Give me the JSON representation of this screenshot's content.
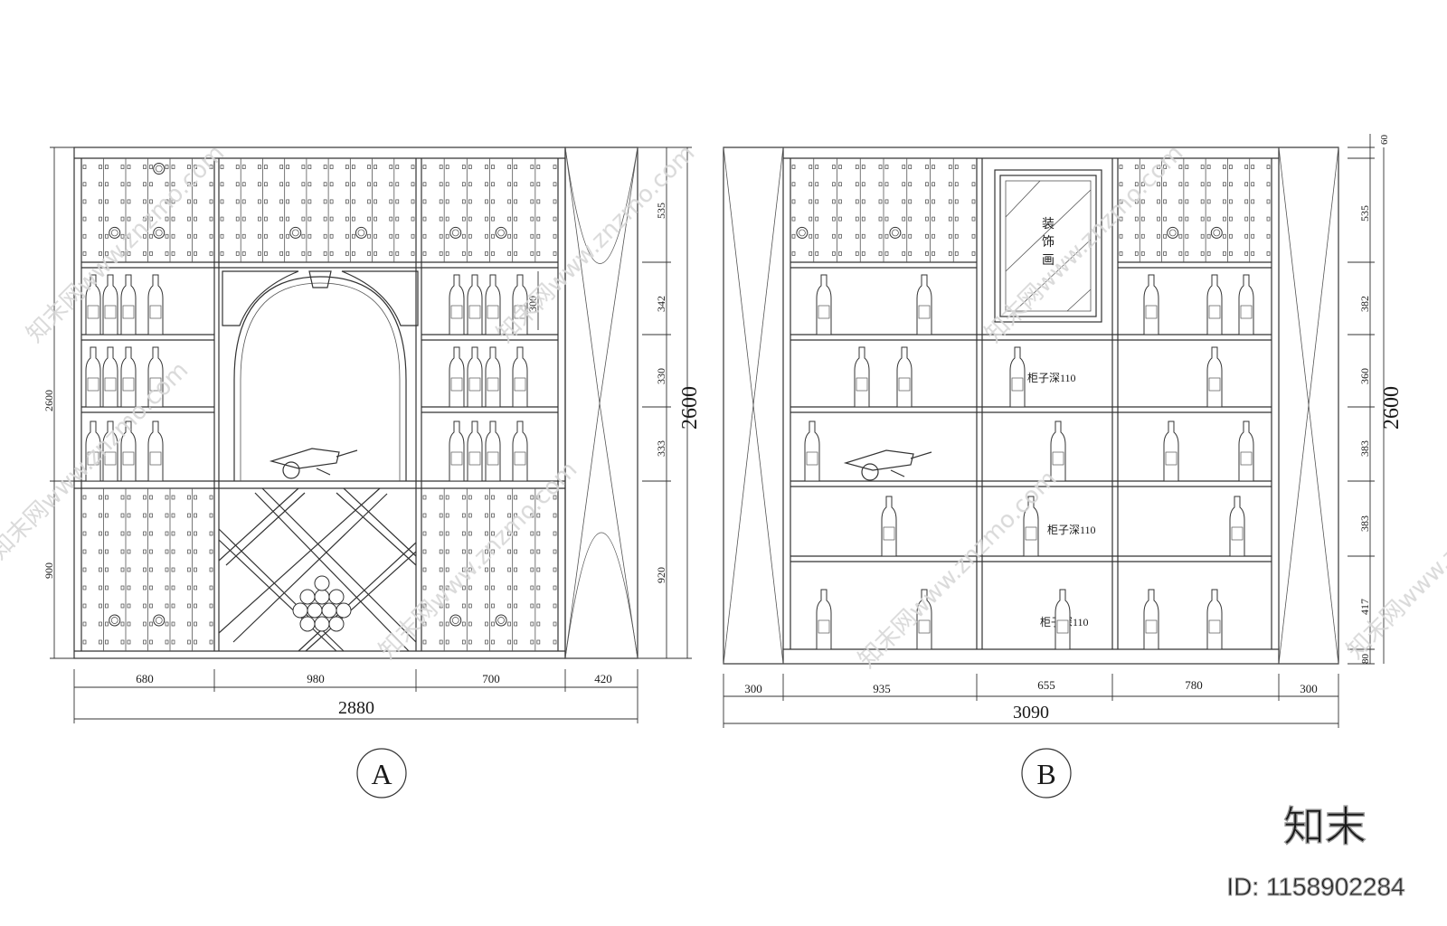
{
  "elevation_a": {
    "label": "A",
    "total_width": "2880",
    "height_label_big": "2600",
    "left_height": "2600",
    "left_lower": "900",
    "widths": [
      "680",
      "980",
      "700",
      "420"
    ],
    "right_dims": [
      "535",
      "342",
      "330",
      "333",
      "920"
    ],
    "inner_dim": "300"
  },
  "elevation_b": {
    "label": "B",
    "total_width": "3090",
    "height_label_big": "2600",
    "widths": [
      "300",
      "935",
      "655",
      "780",
      "300"
    ],
    "right_dims": [
      "60",
      "535",
      "382",
      "360",
      "383",
      "383",
      "417",
      "80"
    ],
    "painting_label": [
      "装",
      "饰",
      "画"
    ],
    "cabinet_notes": [
      "柜子深110",
      "柜子深110",
      "柜子深110"
    ]
  },
  "watermark": {
    "logo": "知末",
    "id_text": "ID: 1158902284",
    "site": "知末网www.znzmo.com"
  }
}
